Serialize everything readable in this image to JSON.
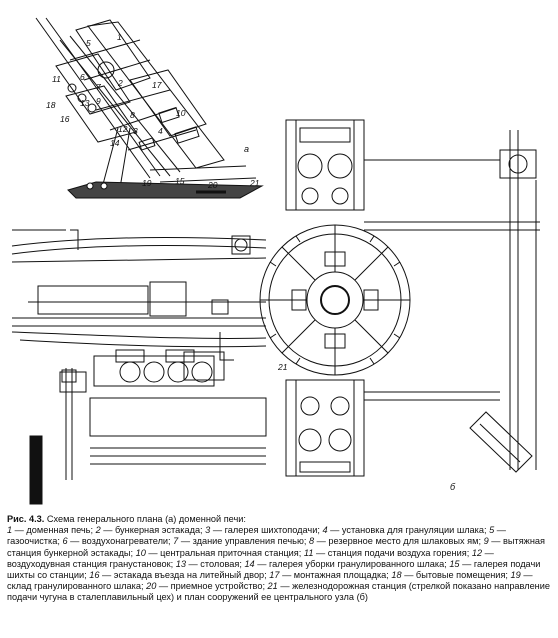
{
  "figure": {
    "panel_a_label": "а",
    "panel_b_label": "б",
    "numbers_a": [
      "1",
      "2",
      "3",
      "4",
      "5",
      "6",
      "7",
      "8",
      "9",
      "10",
      "11",
      "12",
      "13",
      "14",
      "15",
      "16",
      "17",
      "18",
      "19",
      "20",
      "21"
    ],
    "number_b": "21"
  },
  "caption": {
    "title": "Рис. 4.3.",
    "title_text": " Схема генерального плана (а) доменной печи:",
    "items": [
      {
        "n": "1",
        "t": "доменная печь;"
      },
      {
        "n": "2",
        "t": "бункерная эстакада;"
      },
      {
        "n": "3",
        "t": "галерея шихтоподачи;"
      },
      {
        "n": "4",
        "t": "установка для грануляции шлака;"
      },
      {
        "n": "5",
        "t": "газоочистка;"
      },
      {
        "n": "6",
        "t": "воздухонагреватели;"
      },
      {
        "n": "7",
        "t": "здание управления печью;"
      },
      {
        "n": "8",
        "t": "резервное место для шлаковых ям;"
      },
      {
        "n": "9",
        "t": "вытяжная станция бункерной эстакады;"
      },
      {
        "n": "10",
        "t": "центральная приточная станция;"
      },
      {
        "n": "11",
        "t": "станция подачи воздуха горения;"
      },
      {
        "n": "12",
        "t": "воздуходувная станция грануcтановок;"
      },
      {
        "n": "13",
        "t": "столовая;"
      },
      {
        "n": "14",
        "t": "галерея уборки гранулированного шлака;"
      },
      {
        "n": "15",
        "t": "галерея подачи шихты со станции;"
      },
      {
        "n": "16",
        "t": "эстакада въезда на литейный двор;"
      },
      {
        "n": "17",
        "t": "монтажная площадка;"
      },
      {
        "n": "18",
        "t": "бытовые помещения;"
      },
      {
        "n": "19",
        "t": "склад гранулированного шлака;"
      },
      {
        "n": "20",
        "t": "приемное устройство;"
      },
      {
        "n": "21",
        "t": "железнодорожная станция (стрелкой показано направление подачи чугуна в сталеплавильный цех) и план сооружений ее центрального узла (б)"
      }
    ]
  }
}
